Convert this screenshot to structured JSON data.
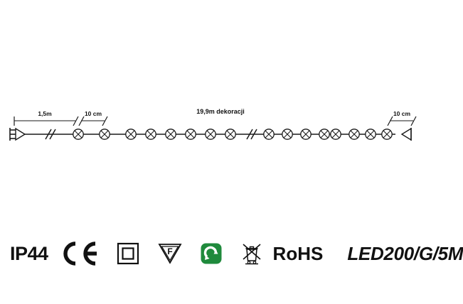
{
  "diagram": {
    "type": "led-string-light-technical-drawing",
    "dimensions": {
      "lead_cable": "1,5m",
      "bulb_spacing_left": "10 cm",
      "decoration_length": "19,9m dekoracji",
      "bulb_spacing_right": "10 cm"
    },
    "elements": {
      "plug_icon": "mains-plug",
      "bulb_icon": "lamp-crossed-circle",
      "break_icon": "cable-break-mark",
      "end_icon": "end-connector"
    },
    "bulbs_left_count": 8,
    "bulbs_right_count": 8
  },
  "markings": {
    "ip_rating": "IP44",
    "ce_mark": "CE",
    "class_ii": "double-insulation-square",
    "f_mark": "F",
    "recycle_mark": "green-recycling-loop",
    "weee_mark": "crossed-out-wheelie-bin",
    "rohs": "RoHS",
    "product_code": "LED200/G/5M"
  },
  "colors": {
    "line": "#1a1a1a",
    "recycle_green": "#1f8a3c",
    "background": "#ffffff"
  }
}
